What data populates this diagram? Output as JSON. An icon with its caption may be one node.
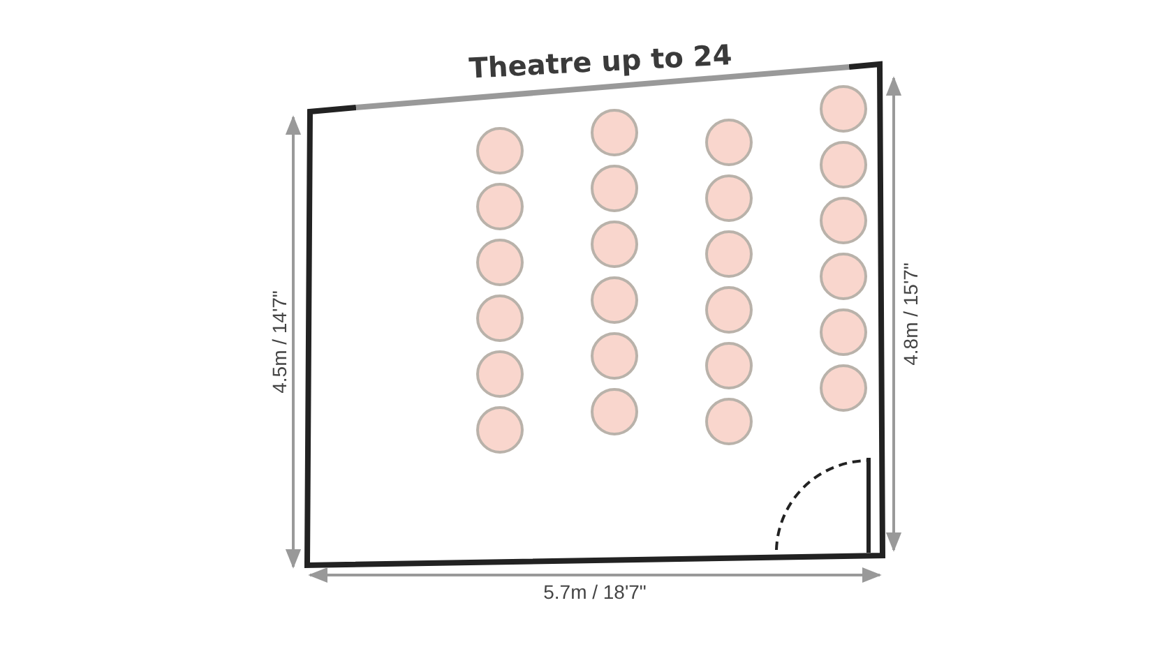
{
  "diagram": {
    "title": "Theatre up to 24",
    "labels": [
      "4.5m / 14'7\"",
      "4.8m / 15'7\"",
      "5.7m / 18'7\""
    ]
  }
}
